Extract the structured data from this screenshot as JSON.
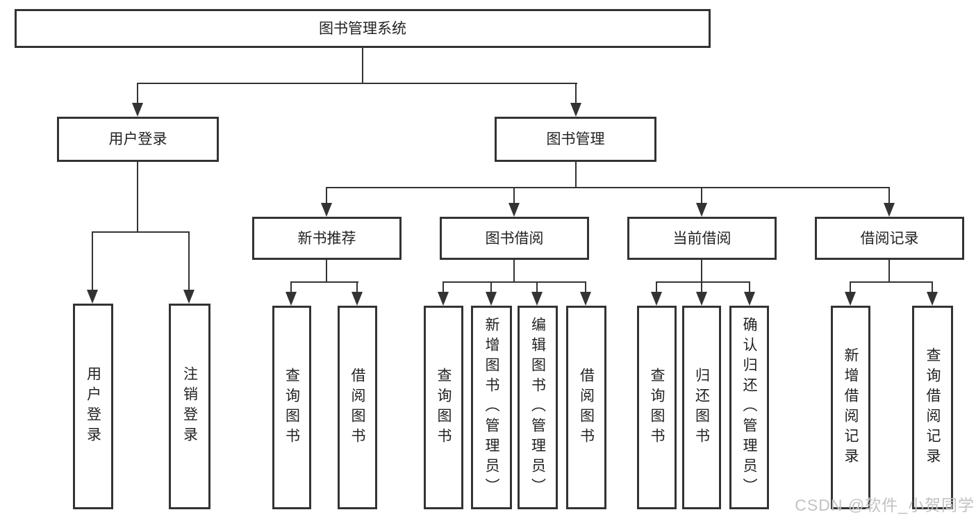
{
  "diagram": {
    "root": {
      "label": "图书管理系统"
    },
    "branches": [
      {
        "label": "用户登录",
        "children": [
          {
            "label": "用户登录"
          },
          {
            "label": "注销登录"
          }
        ]
      },
      {
        "label": "图书管理",
        "children": [
          {
            "label": "新书推荐",
            "children": [
              {
                "label": "查询图书"
              },
              {
                "label": "借阅图书"
              }
            ]
          },
          {
            "label": "图书借阅",
            "children": [
              {
                "label": "查询图书"
              },
              {
                "label": "新增图书（管理员）"
              },
              {
                "label": "编辑图书（管理员）"
              },
              {
                "label": "借阅图书"
              }
            ]
          },
          {
            "label": "当前借阅",
            "children": [
              {
                "label": "查询图书"
              },
              {
                "label": "归还图书"
              },
              {
                "label": "确认归还（管理员）"
              }
            ]
          },
          {
            "label": "借阅记录",
            "children": [
              {
                "label": "新增借阅记录"
              },
              {
                "label": "查询借阅记录"
              }
            ]
          }
        ]
      }
    ]
  },
  "watermark": {
    "text": "CSDN @软件_小贺同学"
  },
  "colors": {
    "line": "#333333",
    "text": "#222222",
    "box_background": "#ffffff",
    "watermark": "#c2c2c2"
  }
}
